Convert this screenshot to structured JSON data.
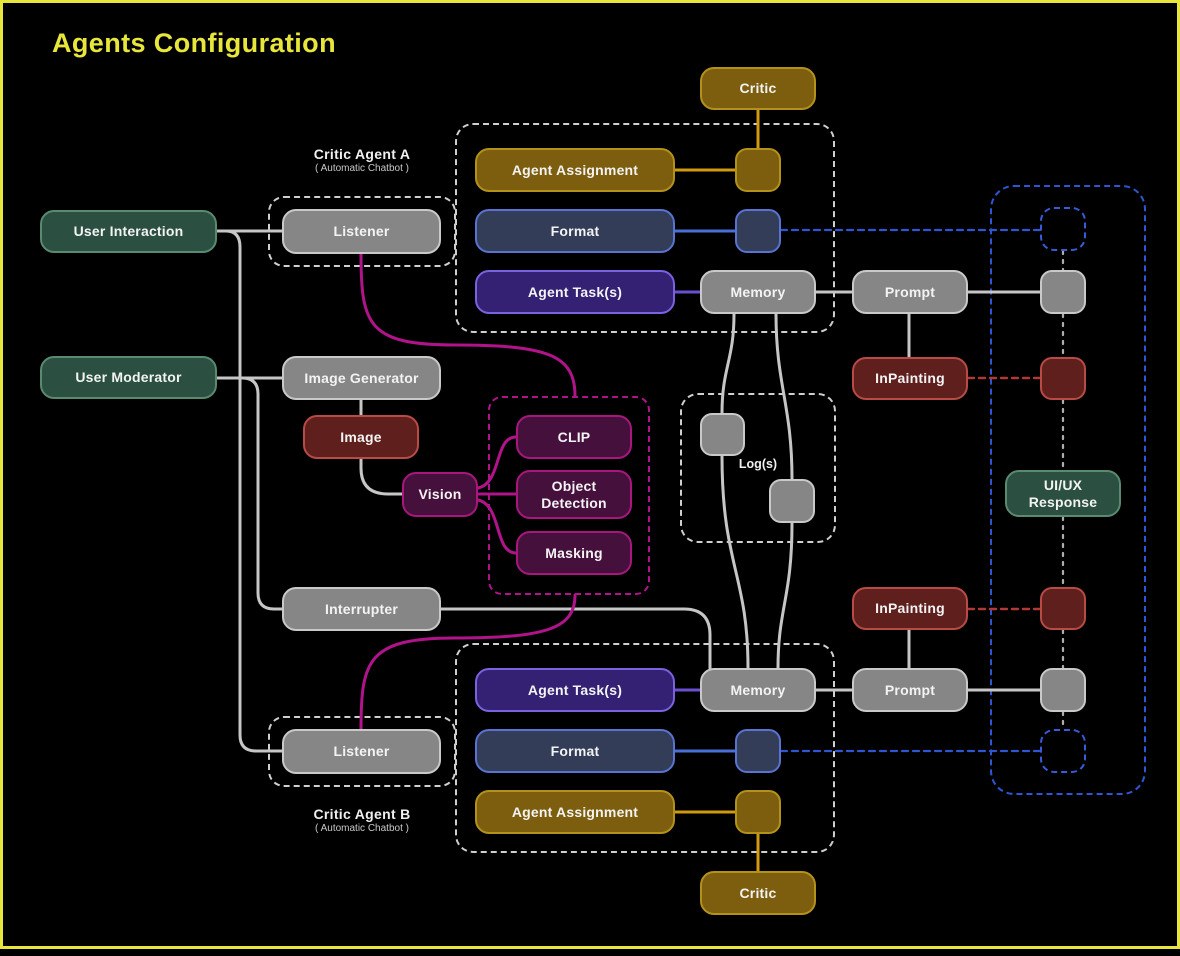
{
  "page": {
    "title": "Agents Configuration"
  },
  "palette": {
    "background": "#000000",
    "frame_yellow": "#e8e63a",
    "gold_fill": "#7d5e0e",
    "gold_border": "#b3921c",
    "green_fill": "#2b4f40",
    "green_border": "#5a8a70",
    "gray_fill": "#868686",
    "gray_border": "#c9c9c9",
    "navy_fill": "#333d58",
    "navy_border": "#5873d1",
    "purple_fill": "#342173",
    "purple_border": "#7a62e0",
    "red_fill": "#5e1f1d",
    "red_border": "#b94a45",
    "plum_fill": "#46103c",
    "plum_border": "#a8177e",
    "edge_gray": "#c6c6c6",
    "edge_gold": "#d19a10",
    "edge_blue": "#4a6fd9",
    "edge_blue_dashed": "#2e55d4",
    "edge_red_dashed": "#b03a33",
    "edge_magenta": "#b1148a"
  },
  "groups": {
    "critic_agent_a": {
      "title": "Critic Agent A",
      "subtitle": "( Automatic Chatbot )"
    },
    "critic_agent_b": {
      "title": "Critic Agent B",
      "subtitle": "( Automatic Chatbot )"
    },
    "logs": {
      "label": "Log(s)"
    }
  },
  "nodes": {
    "critic_top": {
      "label": "Critic"
    },
    "agent_assignment_a": {
      "label": "Agent Assignment"
    },
    "user_interaction": {
      "label": "User Interaction"
    },
    "listener_a": {
      "label": "Listener"
    },
    "format_a": {
      "label": "Format"
    },
    "agent_tasks_a": {
      "label": "Agent Task(s)"
    },
    "memory_a": {
      "label": "Memory"
    },
    "prompt_a": {
      "label": "Prompt"
    },
    "inpainting_a": {
      "label": "InPainting"
    },
    "user_moderator": {
      "label": "User Moderator"
    },
    "image_generator": {
      "label": "Image Generator"
    },
    "image": {
      "label": "Image"
    },
    "vision": {
      "label": "Vision"
    },
    "clip": {
      "label": "CLIP"
    },
    "object_detection": {
      "label": "Object Detection"
    },
    "masking": {
      "label": "Masking"
    },
    "uiux_response": {
      "label": "UI/UX Response"
    },
    "interrupter": {
      "label": "Interrupter"
    },
    "inpainting_b": {
      "label": "InPainting"
    },
    "agent_tasks_b": {
      "label": "Agent Task(s)"
    },
    "memory_b": {
      "label": "Memory"
    },
    "prompt_b": {
      "label": "Prompt"
    },
    "listener_b": {
      "label": "Listener"
    },
    "format_b": {
      "label": "Format"
    },
    "agent_assignment_b": {
      "label": "Agent Assignment"
    },
    "critic_bottom": {
      "label": "Critic"
    }
  }
}
